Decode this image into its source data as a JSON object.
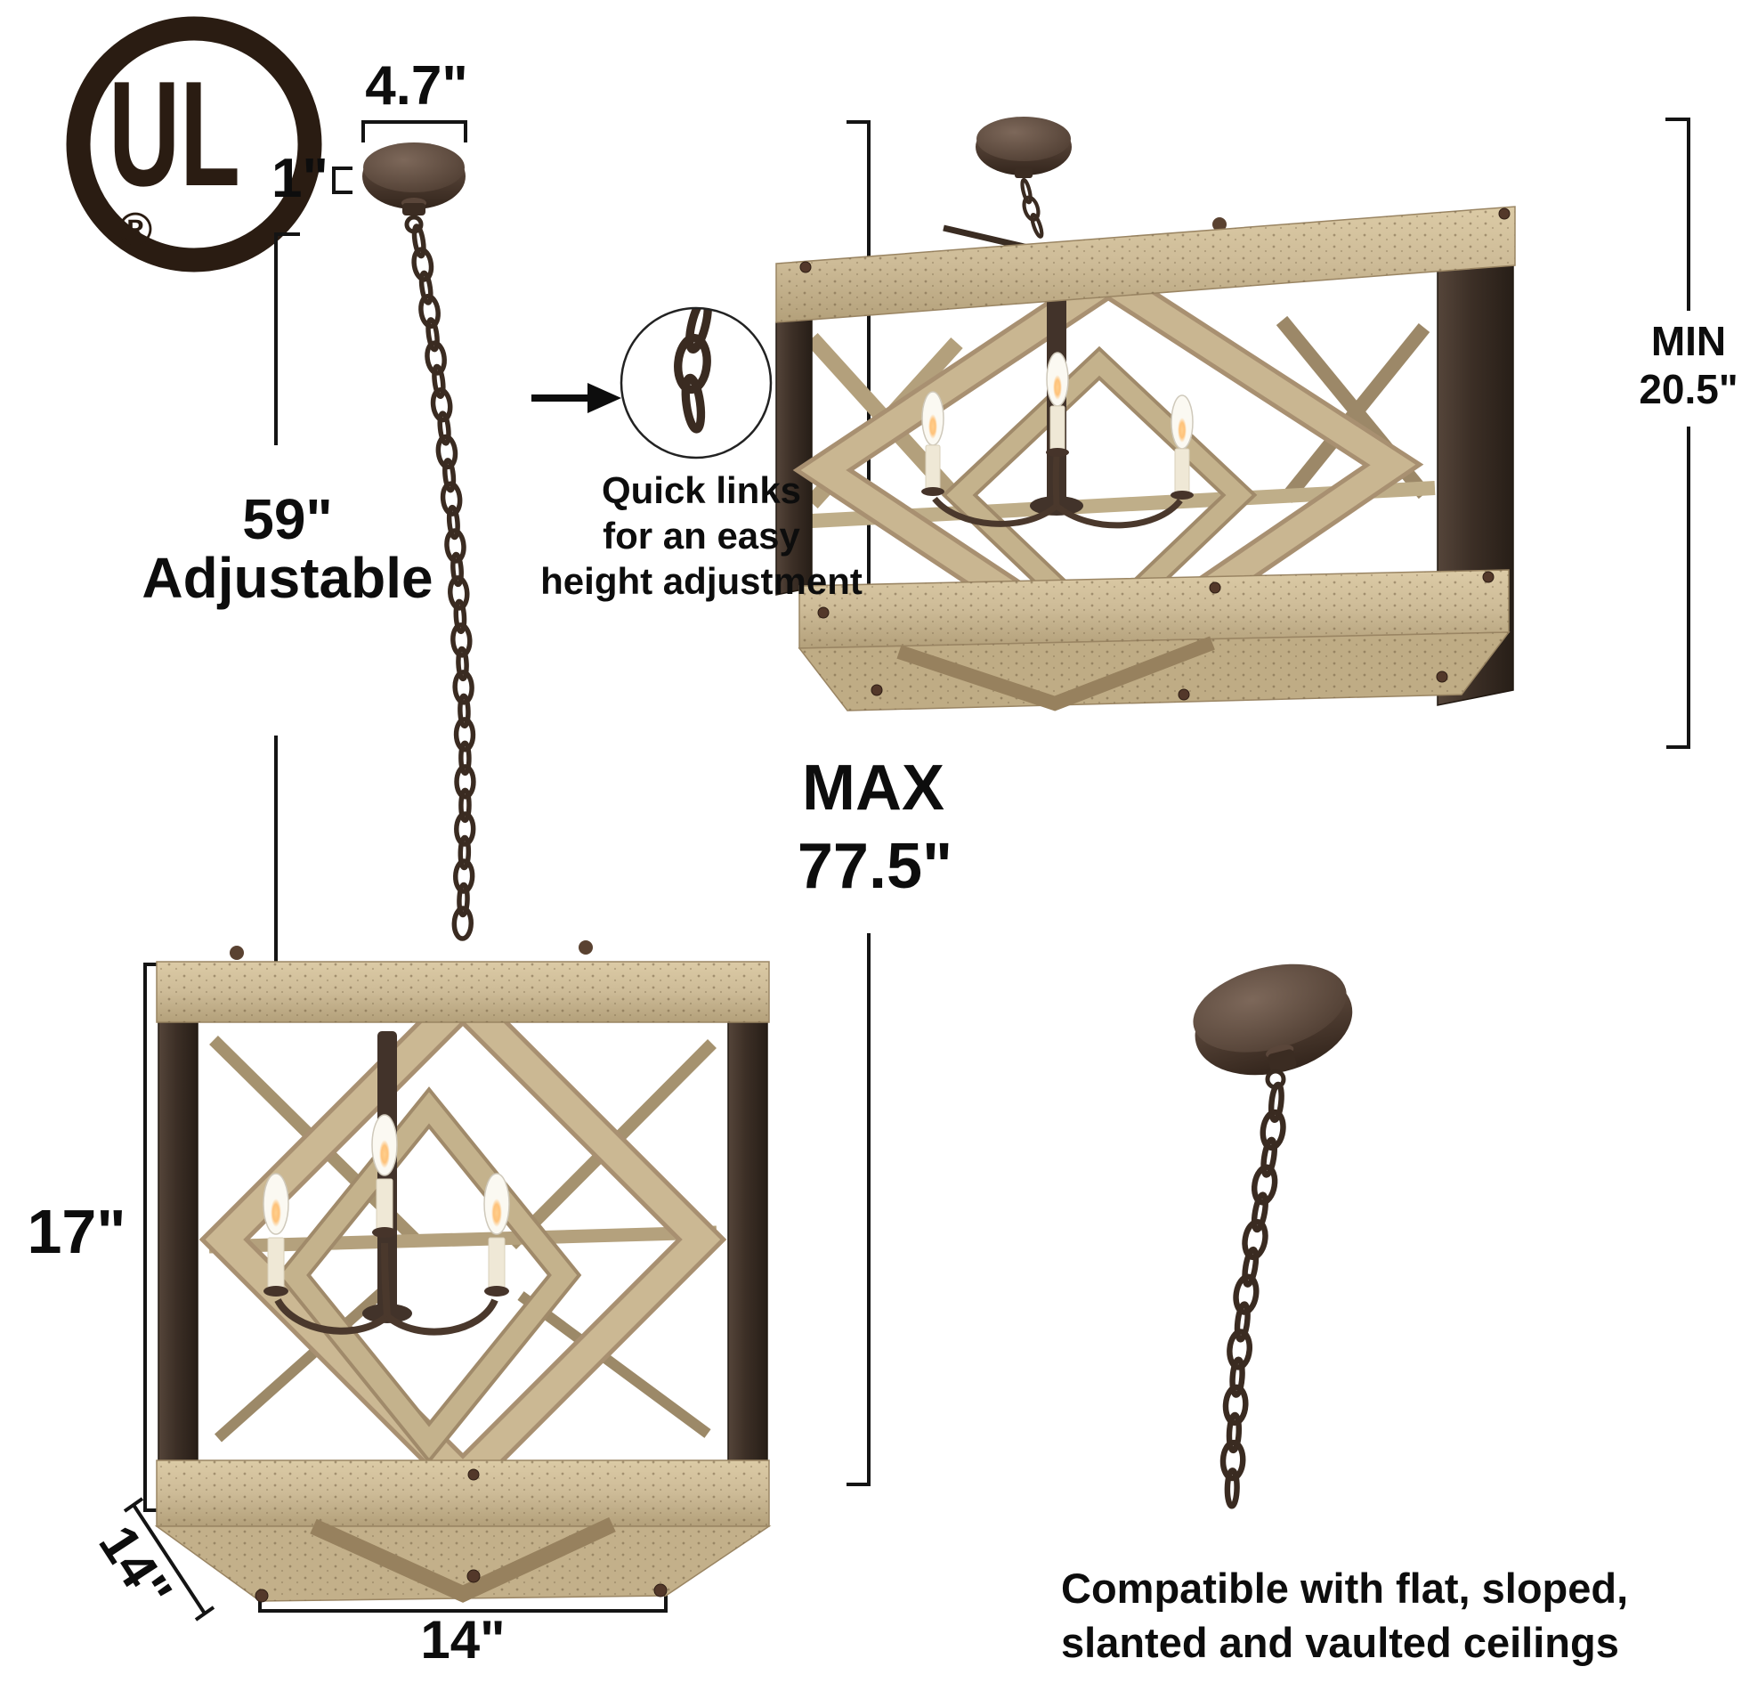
{
  "certification": {
    "mark": "UL",
    "registered_symbol": "®"
  },
  "dimensions": {
    "canopy_width": "4.7\"",
    "canopy_height": "1\"",
    "chain_length": "59\"",
    "chain_note": "Adjustable",
    "max_label": "MAX",
    "max_value": "77.5\"",
    "min_label": "MIN",
    "min_value": "20.5\"",
    "fixture_height": "17\"",
    "fixture_depth": "14\"",
    "fixture_width": "14\""
  },
  "callout": {
    "line1": "Quick links",
    "line2": "for an easy",
    "line3": "height adjustment"
  },
  "footer": {
    "line1": "Compatible with flat, sloped,",
    "line2": "slanted and vaulted ceilings"
  },
  "colors": {
    "wood": "#cdbb97",
    "wood_dark": "#a89071",
    "metal_dark": "#3c2f26",
    "bronze": "#4a392e",
    "annotation": "#141414",
    "background": "#ffffff"
  }
}
